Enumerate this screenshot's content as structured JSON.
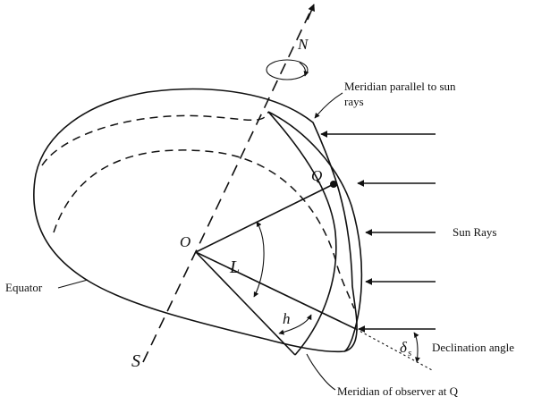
{
  "labels": {
    "north": "N",
    "south": "S",
    "center": "O",
    "point_q": "Q",
    "latitude": "L",
    "hour_angle": "h",
    "declination_symbol": "δ",
    "declination_subscript": "s",
    "meridian_parallel_line1": "Meridian parallel to sun",
    "meridian_parallel_line2": "rays",
    "sun_rays": "Sun Rays",
    "equator": "Equator",
    "declination_angle": "Declination angle",
    "meridian_observer": "Meridian of observer at Q"
  }
}
